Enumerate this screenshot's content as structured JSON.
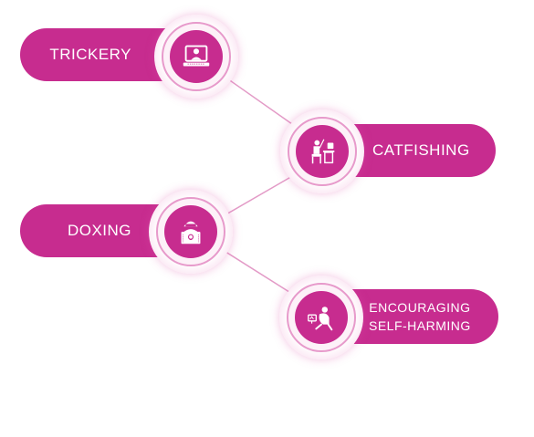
{
  "nodes": [
    {
      "id": "trickery",
      "label": "TRICKERY",
      "icon": "computer-hacker-icon"
    },
    {
      "id": "catfishing",
      "label": "CATFISHING",
      "icon": "person-at-desk-icon"
    },
    {
      "id": "doxing",
      "label": "DOXING",
      "icon": "masked-hacker-laptop-icon"
    },
    {
      "id": "selfharm",
      "label_line1": "ENCOURAGING",
      "label_line2": "SELF-HARMING",
      "icon": "distressed-person-icon"
    }
  ],
  "colors": {
    "accent": "#c72c8f",
    "ring": "#e79acb",
    "connector": "#e39bc7"
  }
}
